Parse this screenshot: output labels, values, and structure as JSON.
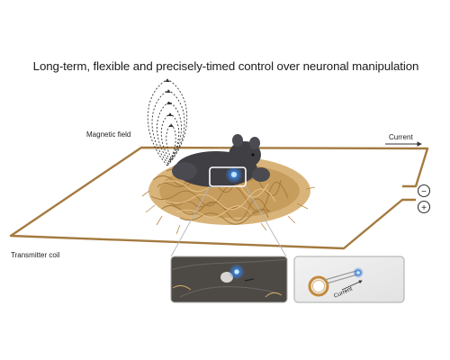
{
  "title": "Long-term, flexible and precisely-timed control over neuronal manipulation",
  "labels": {
    "magnetic_field": "Magnetic field",
    "current_top": "Current",
    "transmitter_coil": "Transmitter coil",
    "minus": "−",
    "plus": "+",
    "inset_current": "Current"
  },
  "colors": {
    "coil": "#a47a3f",
    "nest": "#c9a36a",
    "mouse": "#3f3f44",
    "implant_glow": "#3a7bd5",
    "field_lines": "#333333",
    "inset_border": "#aaaaaa"
  }
}
